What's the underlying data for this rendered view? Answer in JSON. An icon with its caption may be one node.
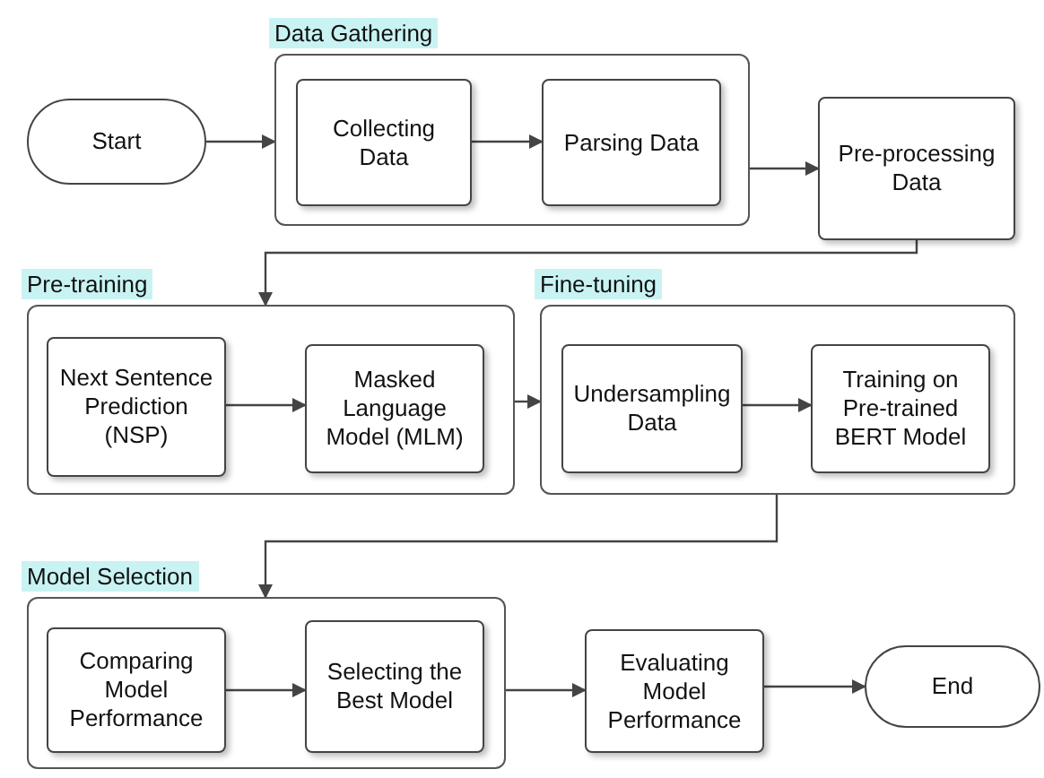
{
  "diagram": {
    "nodes": [
      {
        "text": [
          "Start"
        ]
      },
      {
        "text": [
          "Data Gathering"
        ]
      },
      {
        "text": [
          "Collecting Data"
        ],
        "in": 1
      },
      {
        "text": [
          "Parsing Data"
        ],
        "in": 1
      },
      {
        "text": [
          "Pre-processing Data"
        ]
      },
      {
        "text": [
          "Pre-training"
        ]
      },
      {
        "text": [
          "Next Sentence Prediction (NSP)"
        ],
        "in": 5
      },
      {
        "text": [
          "Masked Language Model (MLM)"
        ],
        "in": 5
      },
      {
        "text": [
          "Fine-tuning"
        ]
      },
      {
        "text": [
          "Undersampling Data"
        ],
        "in": 8
      },
      {
        "text": [
          "Training on Pre-trained BERT Model"
        ],
        "in": 8
      },
      {
        "text": [
          "Model Selection"
        ]
      },
      {
        "text": [
          "Comparing Model Performance"
        ],
        "in": 11
      },
      {
        "text": [
          "Selecting the Best Model"
        ],
        "in": 11
      },
      {
        "text": [
          "Evaluating Model Performance"
        ]
      },
      {
        "text": [
          "End"
        ]
      }
    ],
    "edges": [
      {
        "from": 0,
        "to": 1,
        "arrow": "to"
      },
      {
        "from": 2,
        "to": 3,
        "arrow": "to"
      },
      {
        "from": 1,
        "to": 4,
        "arrow": "to"
      },
      {
        "from": 4,
        "to": 5,
        "arrow": "to"
      },
      {
        "from": 6,
        "to": 7,
        "arrow": "to"
      },
      {
        "from": 5,
        "to": 8,
        "arrow": "to"
      },
      {
        "from": 9,
        "to": 10,
        "arrow": "to"
      },
      {
        "from": 8,
        "to": 11,
        "arrow": "to"
      },
      {
        "from": 12,
        "to": 13,
        "arrow": "to"
      },
      {
        "from": 11,
        "to": 14,
        "arrow": "to"
      },
      {
        "from": 14,
        "to": 15,
        "arrow": "to"
      }
    ]
  }
}
